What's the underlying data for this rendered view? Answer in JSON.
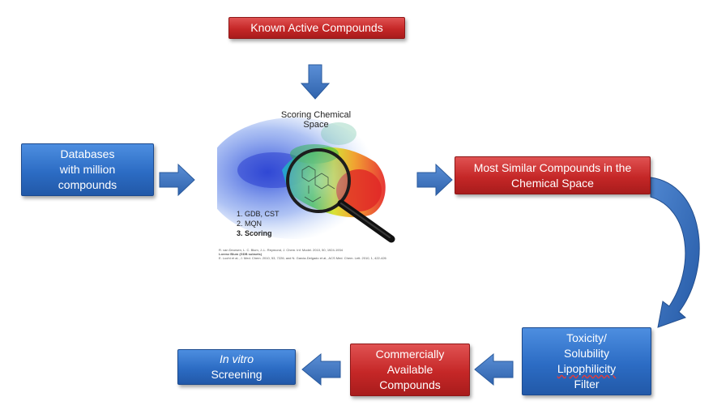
{
  "nodes": {
    "known_active": {
      "lines": [
        "Known Active Compounds"
      ]
    },
    "databases": {
      "lines": [
        "Databases",
        "with million",
        "compounds"
      ]
    },
    "most_similar": {
      "lines": [
        "Most Similar Compounds in the",
        "Chemical Space"
      ]
    },
    "filter": {
      "lines": [
        "Toxicity/",
        "Solubility",
        "Lipophilicity",
        "Filter"
      ]
    },
    "commercial": {
      "lines": [
        "Commercially",
        "Available",
        "Compounds"
      ]
    },
    "screening": {
      "lines": [
        "In vitro",
        "Screening"
      ]
    }
  },
  "figure": {
    "title": "Scoring Chemical Space",
    "list": [
      "1. GDB, CST",
      "2. MQN",
      "3. Scoring"
    ],
    "refs": [
      "R. van Deursen, L. C. Blum, J.-L. Reymond, J. Chem. Inf. Model. 2010, 50, 1924-1934",
      "Lorenz Blum (GDB subsets)",
      "E. Lucht et al., J. Med. Chem. 2010, 53, 7226; and N. Garcia-Delgado et al., ACS Med. Chem. Lett. 2010, 1, 422-426"
    ]
  },
  "colors": {
    "red_box": "#c52727",
    "blue_box": "#2c6cc4",
    "arrow": "#3a6fb8"
  }
}
